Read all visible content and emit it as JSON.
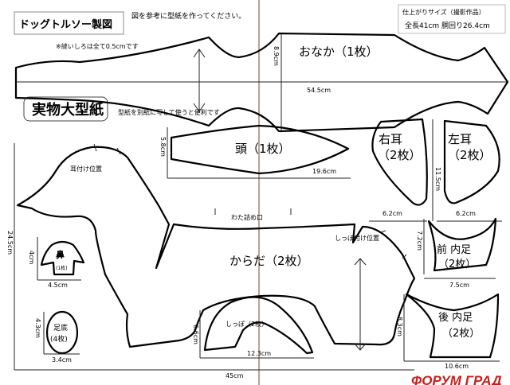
{
  "header": {
    "title": "ドッグトルソー製図",
    "instruction": "図を参考に型紙を作ってください。",
    "seam_note": "※縫いしろは全て0.5cmです",
    "finished_size_label": "仕上がりサイズ（撮影作品）",
    "finished_size": "全長41cm  胴回り26.4cm",
    "fullsize_label": "実物大型紙",
    "fullsize_note": "型紙を別紙に写して使うと便利です"
  },
  "pieces": {
    "belly": {
      "label": "おなか（1枚）",
      "width": "54.5cm",
      "height": "8.9cm"
    },
    "head": {
      "label": "頭（1枚）",
      "width": "19.6cm",
      "height": "5.8cm"
    },
    "right_ear": {
      "label": "右耳",
      "count": "（2枚）",
      "width": "6.2cm"
    },
    "left_ear": {
      "label": "左耳",
      "count": "（2枚）",
      "width": "6.2cm"
    },
    "ear_height": "11.5cm",
    "body": {
      "label": "からだ（2枚）",
      "width": "45cm",
      "height": "24.5cm",
      "ear_mark": "耳付け位置",
      "stuffing_opening": "わた詰め口",
      "tail_mark": "しっぽ付け位置"
    },
    "nose": {
      "label": "鼻",
      "count": "(1枚)",
      "width": "4.5cm",
      "height": "4cm"
    },
    "sole": {
      "label": "足底",
      "count": "(4枚)",
      "width": "3.4cm",
      "height": "4.3cm"
    },
    "tail": {
      "label": "しっぽ（2枚）",
      "width": "12.3cm",
      "height": "6.6cm"
    },
    "front_inner_leg": {
      "label": "前 内足",
      "count": "（2枚）",
      "width": "7.5cm",
      "height": "7.2cm"
    },
    "hind_inner_leg": {
      "label": "後 内足",
      "count": "（2枚）",
      "width": "10.6cm",
      "height": "8.3cm"
    }
  },
  "watermark": "ФОРУМ ГРАД"
}
